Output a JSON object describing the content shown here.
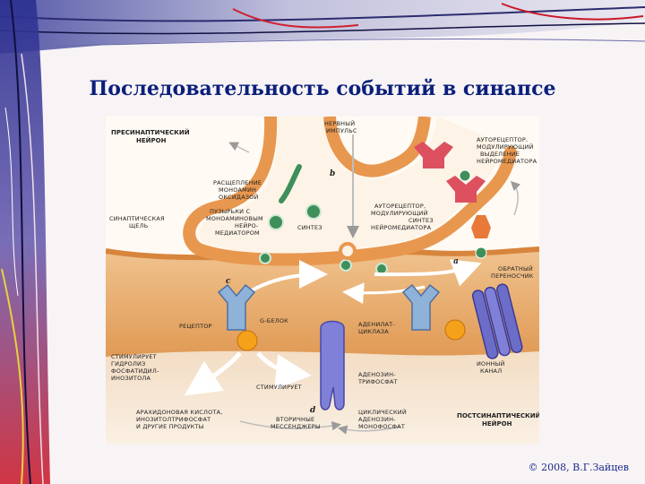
{
  "slide": {
    "title": "Последовательность событий в синапсе",
    "copyright": "© 2008, В.Г.Зайцев"
  },
  "diagram": {
    "labels": {
      "presynaptic_1": "ПРЕСИНАПТИЧЕСКИЙ",
      "presynaptic_2": "НЕЙРОН",
      "impulse_1": "НЕРВНЫЙ",
      "impulse_2": "ИМПУЛЬС",
      "autoreceptor_top_1": "АУТОРЕЦЕПТОР,",
      "autoreceptor_top_2": "МОДУЛИРУЮЩИЙ",
      "autoreceptor_top_3": "ВЫДЕЛЕНИЕ",
      "autoreceptor_top_4": "НЕЙРОМЕДИАТОРА",
      "mao_1": "РАСЩЕПЛЕНИЕ",
      "mao_2": "МОНОАМИН",
      "mao_3": "ОКСИДАЗОЙ",
      "vesicles_1": "ПУЗЫРЬКИ С",
      "vesicles_2": "МОНОАМИНОВЫМ",
      "vesicles_3": "НЕЙРО-",
      "vesicles_4": "МЕДИАТОРОМ",
      "synthesis": "СИНТЕЗ",
      "autoreceptor_mid_1": "АУТОРЕЦЕПТОР,",
      "autoreceptor_mid_2": "МОДУЛИРУЮЩИЙ",
      "autoreceptor_mid_3": "СИНТЕЗ",
      "autoreceptor_mid_4": "НЕЙРОМЕДИАТОРА",
      "cleft_1": "СИНАПТИЧЕСКАЯ",
      "cleft_2": "ЩЕЛЬ",
      "reuptake_1": "ОБРАТНЫЙ",
      "reuptake_2": "ПЕРЕНОСЧИК",
      "receptor": "РЕЦЕПТОР",
      "gprotein": "G-БЕЛОК",
      "adenylate_1": "АДЕНИЛАТ-",
      "adenylate_2": "ЦИКЛАЗА",
      "stim_hydro_1": "СТИМУЛИРУЕТ",
      "stim_hydro_2": "ГИДРОЛИЗ",
      "stim_hydro_3": "ФОСФАТИДИЛ-",
      "stim_hydro_4": "ИНОЗИТОЛА",
      "stimulates": "СТИМУЛИРУЕТ",
      "atp_1": "АДЕНОЗИН-",
      "atp_2": "ТРИФОСФАТ",
      "ion_1": "ИОННЫЙ",
      "ion_2": "КАНАЛ",
      "arachidonic_1": "АРАХИДОНОВАЯ КИСЛОТА,",
      "arachidonic_2": "ИНОЗИТОЛТРИФОСФАТ",
      "arachidonic_3": "И ДРУГИЕ ПРОДУКТЫ",
      "secondary_1": "ВТОРИЧНЫЕ",
      "secondary_2": "МЕССЕНДЖЕРЫ",
      "camp_1": "ЦИКЛИЧЕСКИЙ",
      "camp_2": "АДЕНОЗИН-",
      "camp_3": "МОНОФОСФАТ",
      "postsynaptic_1": "ПОСТСИНАПТИЧЕСКИЙ",
      "postsynaptic_2": "НЕЙРОН"
    },
    "letters": {
      "a": "a",
      "b": "b",
      "c": "c",
      "d": "d"
    },
    "colors": {
      "membrane": "#e59a4f",
      "presynaptic_fill": "#fbeedd",
      "postsynaptic_fill": "#e6a360",
      "receptor_blue": "#8fb2d8",
      "channel_purple": "#7f80d8",
      "autoreceptor_red": "#dc5060",
      "autoreceptor_orange": "#e8793a",
      "vesicle_green": "#3f8f5a",
      "gprotein_orange": "#f4a21a"
    }
  }
}
